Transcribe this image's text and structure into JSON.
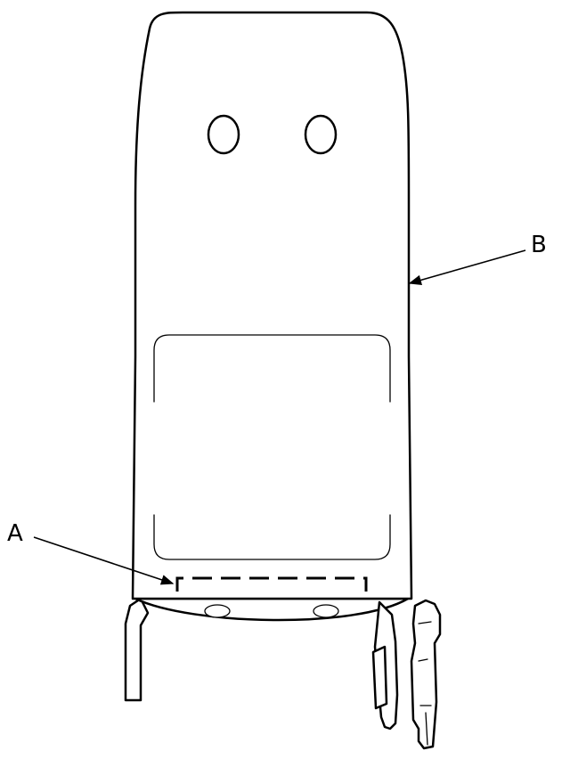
{
  "callouts": {
    "a": "A",
    "b": "B"
  },
  "parts": {
    "panel": "seat-back-panel",
    "service_cover": "service-cover-outline",
    "clip_zone": "clip-location-dashed"
  }
}
